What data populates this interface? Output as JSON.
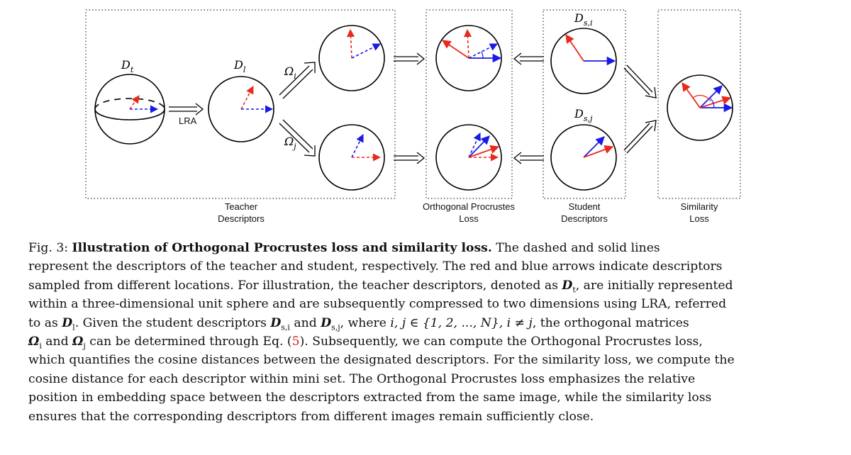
{
  "figure": {
    "box_labels": {
      "teacher_l1": "Teacher",
      "teacher_l2": "Descriptors",
      "procrustes_l1": "Orthogonal Procrustes",
      "procrustes_l2": "Loss",
      "student_l1": "Student",
      "student_l2": "Descriptors",
      "similarity_l1": "Similarity",
      "similarity_l2": "Loss"
    },
    "lra_label": "LRA",
    "math": {
      "dt_main": "D",
      "dt_sub": "t",
      "dl_main": "D",
      "dl_sub": "l",
      "omega_i_main": "Ω",
      "omega_i_sub": "i",
      "omega_j_main": "Ω",
      "omega_j_sub": "j",
      "dsi_main": "D",
      "dsi_sub": "s,i",
      "dsj_main": "D",
      "dsj_sub": "s,j"
    },
    "colors": {
      "red": "#e8291c",
      "blue": "#1a1ae6"
    }
  },
  "caption": {
    "fig_label": "Fig. 3: ",
    "bold_title": "Illustration of Orthogonal Procrustes loss and similarity loss.",
    "l1_rest": " The dashed and solid lines",
    "l2": "represent the descriptors of the teacher and student, respectively. The red and blue arrows indicate descriptors",
    "l3": "sampled from different locations. For illustration, the teacher descriptors, denoted as ",
    "l3_sym": "D",
    "l3_sub": "t",
    "l3_end": ", are initially represented",
    "l4": "within a three-dimensional unit sphere and are subsequently compressed to two dimensions using LRA, referred",
    "l5_a": "to as ",
    "l5_sym": "D",
    "l5_sub": "l",
    "l5_b": ". Given the student descriptors ",
    "l5_sym2": "D",
    "l5_sub2": "s,i",
    "l5_c": " and ",
    "l5_sym3": "D",
    "l5_sub3": "s,j",
    "l5_d": ", where ",
    "l5_math": "i, j ∈ {1, 2, ..., N}, i ≠ j",
    "l5_e": ", the orthogonal matrices",
    "l6_sym": "Ω",
    "l6_sub": "i",
    "l6_a": " and ",
    "l6_sym2": "Ω",
    "l6_sub2": "j",
    "l6_b": " can be determined through Eq. (",
    "l6_ref": "5",
    "l6_c": "). Subsequently, we can compute the Orthogonal Procrustes loss,",
    "l7": "which quantifies the cosine distances between the designated descriptors. For the similarity loss, we compute the",
    "l8": "cosine distance for each descriptor within mini set. The Orthogonal Procrustes loss emphasizes the relative",
    "l9": "position in embedding space between the descriptors extracted from the same image, while the similarity loss",
    "l10": "ensures that the corresponding descriptors from different images remain sufficiently close."
  }
}
